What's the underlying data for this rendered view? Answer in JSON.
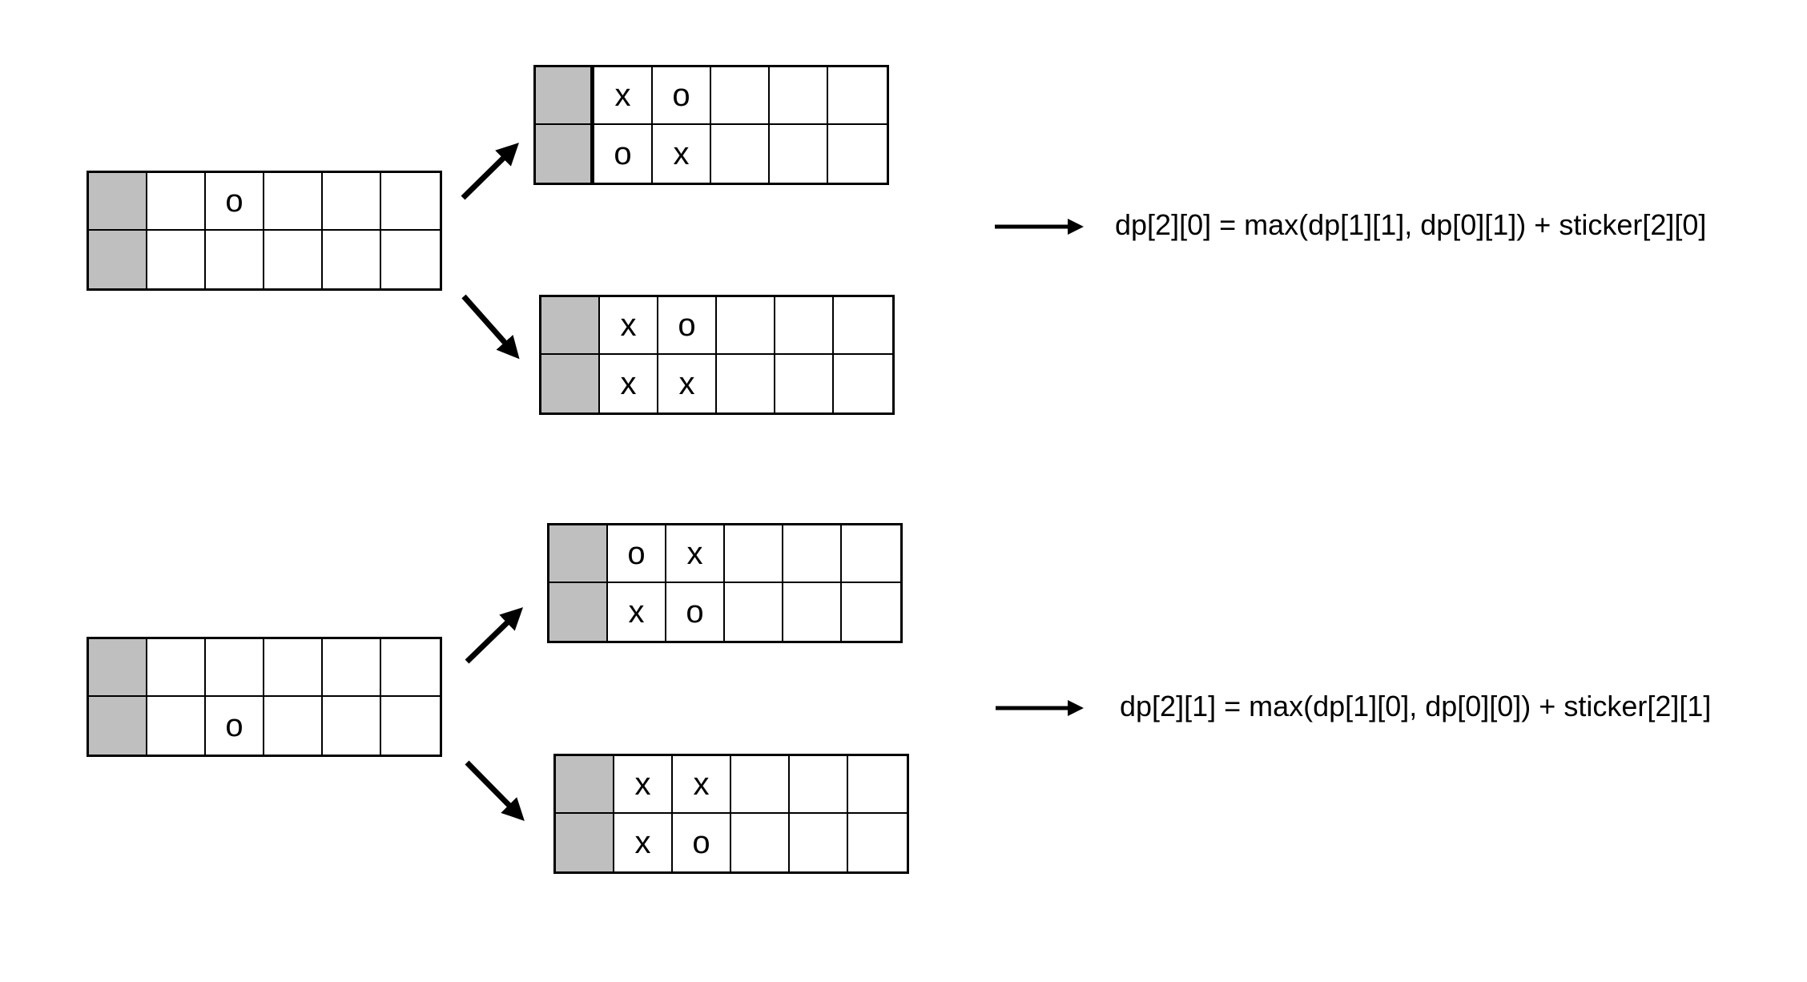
{
  "colors": {
    "background": "#FFFFFF",
    "grid_header_fill": "#BFBFBF",
    "grid_border": "#000000",
    "text": "#000000"
  },
  "top_section": {
    "source_grid": {
      "rows": 2,
      "cols": 6,
      "cells": [
        [
          "",
          "",
          "o",
          "",
          "",
          ""
        ],
        [
          "",
          "",
          "",
          "",
          "",
          ""
        ]
      ]
    },
    "branch_up_grid": {
      "rows": 2,
      "cols": 6,
      "cells": [
        [
          "",
          "x",
          "o",
          "",
          "",
          ""
        ],
        [
          "",
          "o",
          "x",
          "",
          "",
          ""
        ]
      ]
    },
    "branch_down_grid": {
      "rows": 2,
      "cols": 6,
      "cells": [
        [
          "",
          "x",
          "o",
          "",
          "",
          ""
        ],
        [
          "",
          "x",
          "x",
          "",
          "",
          ""
        ]
      ]
    },
    "formula": "dp[2][0] = max(dp[1][1], dp[0][1]) + sticker[2][0]"
  },
  "bottom_section": {
    "source_grid": {
      "rows": 2,
      "cols": 6,
      "cells": [
        [
          "",
          "",
          "",
          "",
          "",
          ""
        ],
        [
          "",
          "",
          "o",
          "",
          "",
          ""
        ]
      ]
    },
    "branch_up_grid": {
      "rows": 2,
      "cols": 6,
      "cells": [
        [
          "",
          "o",
          "x",
          "",
          "",
          ""
        ],
        [
          "",
          "x",
          "o",
          "",
          "",
          ""
        ]
      ]
    },
    "branch_down_grid": {
      "rows": 2,
      "cols": 6,
      "cells": [
        [
          "",
          "x",
          "x",
          "",
          "",
          ""
        ],
        [
          "",
          "x",
          "o",
          "",
          "",
          ""
        ]
      ]
    },
    "formula": "dp[2][1] = max(dp[1][0], dp[0][0]) + sticker[2][1]"
  }
}
